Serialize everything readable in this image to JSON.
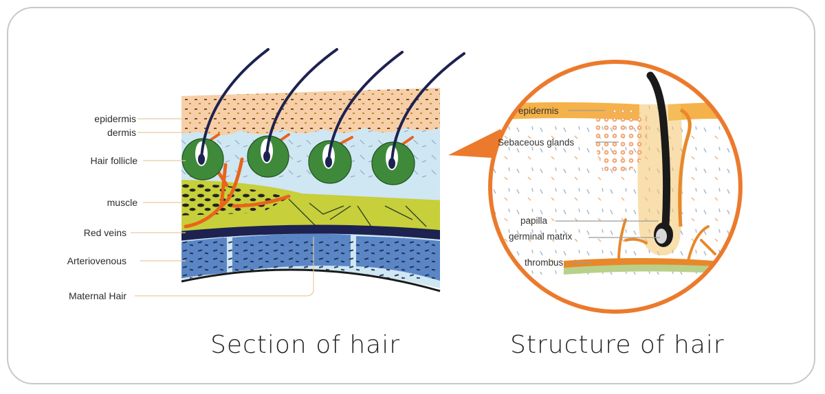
{
  "section_diagram": {
    "labels": {
      "epidermis": "epidermis",
      "dermis": "dermis",
      "hair_follicle": "Hair follicle",
      "muscle": "muscle",
      "red_veins": "Red veins",
      "arteriovenous": "Arteriovenous",
      "maternal_hair": "Maternal Hair"
    },
    "caption": "Section of hair"
  },
  "structure_diagram": {
    "labels": {
      "epidermis": "epidermis",
      "sebaceous_glands": "Sebaceous glands",
      "papilla": "papilla",
      "germinal_matrix": "germinal matrix",
      "thrombus": "thrombus"
    },
    "caption": "Structure of hair"
  },
  "colors": {
    "epidermis": "#f6cfa8",
    "dermis": "#cfe6f3",
    "follicle": "#3f8a3a",
    "muscle": "#c7cf3a",
    "vein": "#e8641c",
    "arteriovenous": "#5a86c6",
    "hair": "#1d2250",
    "leader": "#e8c9a2",
    "frame": "#c8c8c8",
    "circle": "#ec7a2c"
  }
}
